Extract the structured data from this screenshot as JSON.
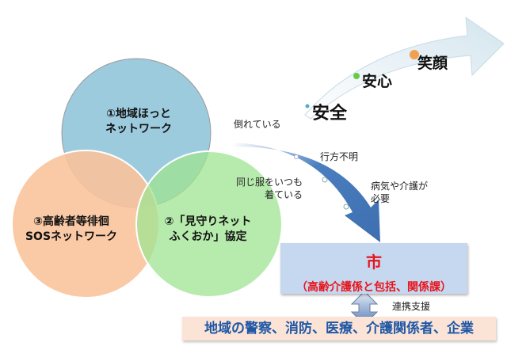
{
  "venn": {
    "circle1": [
      "①地域ほっと",
      "ネットワーク"
    ],
    "circle2": [
      "②「見守りネット",
      "ふくおか」協定"
    ],
    "circle3": [
      "③高齢者等徘徊",
      "SOSネットワーク"
    ]
  },
  "steps": {
    "safety": "安全",
    "security": "安心",
    "smile": "笑顔"
  },
  "signs": {
    "fallen": "倒れている",
    "missing": "行方不明",
    "same_clothes": [
      "同じ服をいつも",
      "着ている"
    ],
    "needs_care": [
      "病気や介護が",
      "必要"
    ]
  },
  "city_box": {
    "title": "市",
    "subtitle": "（高齢介護係と包括、関係課）"
  },
  "support_label": "連携支援",
  "partners": "地域の警察、消防、医療、介護関係者、企業",
  "colors": {
    "blue_circle": "#8cc3d9",
    "green_circle": "#8fe07f",
    "orange_circle": "#f8b98a",
    "arrow": "#4a7ebf",
    "red_text": "#e8141c",
    "partner_text": "#1f57a6"
  }
}
